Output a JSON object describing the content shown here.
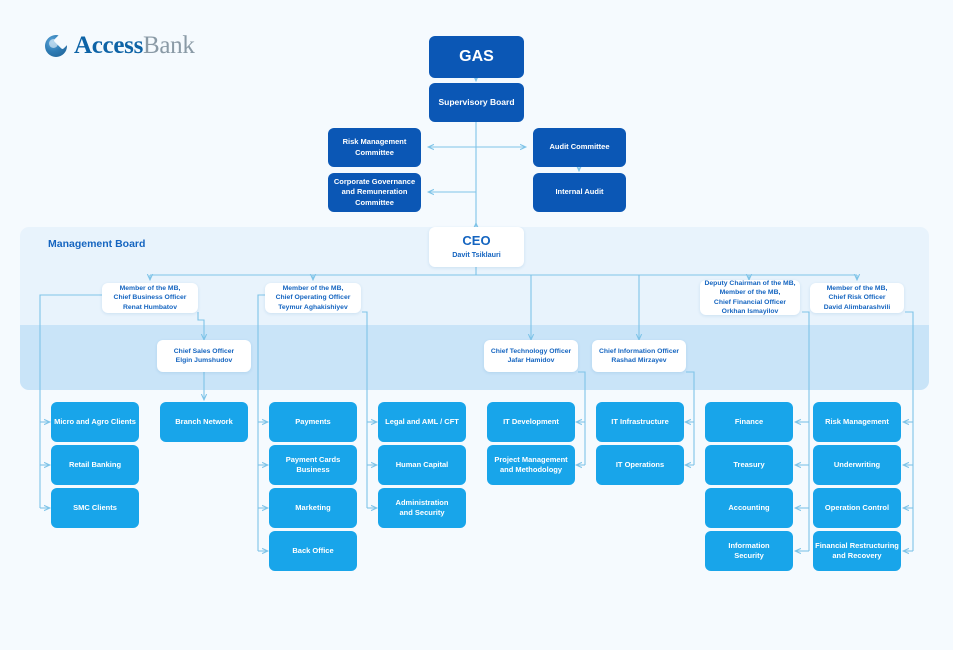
{
  "brand": {
    "name_primary": "Access",
    "name_secondary": "Bank",
    "logo_icon": "globe-swoosh-icon"
  },
  "governance": {
    "gas": {
      "label": "GAS"
    },
    "supervisory_board": {
      "label": "Supervisory Board"
    },
    "committees_left": [
      {
        "label": "Risk Management\nCommittee"
      },
      {
        "label": "Corporate Governance\nand Remuneration\nCommittee"
      }
    ],
    "committees_right": [
      {
        "label": "Audit Committee"
      },
      {
        "label": "Internal Audit"
      }
    ]
  },
  "management_board": {
    "panel_title": "Management Board",
    "ceo": {
      "title": "CEO",
      "name": "Davit Tsiklauri"
    },
    "officers": [
      {
        "id": "cbo",
        "lines": "Member of the MB,\nChief Business Officer\nRenat Humbatov"
      },
      {
        "id": "coo",
        "lines": "Member of the MB,\nChief Operating Officer\nTeymur Aghakishiyev"
      },
      {
        "id": "cfo",
        "lines": "Deputy Chairman of the MB,\nMember of the MB,\nChief Financial Officer\nOrkhan Ismayilov"
      },
      {
        "id": "cro",
        "lines": "Member of the MB,\nChief Risk Officer\nDavid Alimbarashvili"
      }
    ],
    "sub_officers": [
      {
        "id": "cso",
        "lines": "Chief Sales Officer\nElgin Jumshudov"
      },
      {
        "id": "cto",
        "lines": "Chief Technology Officer\nJafar Hamidov"
      },
      {
        "id": "cio",
        "lines": "Chief Information Officer\nRashad Mirzayev"
      }
    ]
  },
  "departments": {
    "col_cbo": [
      {
        "label": "Micro and Agro Clients"
      },
      {
        "label": "Retail Banking"
      },
      {
        "label": "SMC Clients"
      }
    ],
    "col_cso": [
      {
        "label": "Branch Network"
      }
    ],
    "col_coo_a": [
      {
        "label": "Payments"
      },
      {
        "label": "Payment Cards\nBusiness"
      },
      {
        "label": "Marketing"
      },
      {
        "label": "Back Office"
      }
    ],
    "col_coo_b": [
      {
        "label": "Legal and AML / CFT"
      },
      {
        "label": "Human Capital"
      },
      {
        "label": "Administration\nand Security"
      }
    ],
    "col_cto": [
      {
        "label": "IT Development"
      },
      {
        "label": "Project Management\nand Methodology"
      }
    ],
    "col_cio": [
      {
        "label": "IT Infrastructure"
      },
      {
        "label": "IT Operations"
      }
    ],
    "col_cfo": [
      {
        "label": "Finance"
      },
      {
        "label": "Treasury"
      },
      {
        "label": "Accounting"
      },
      {
        "label": "Information\nSecurity"
      }
    ],
    "col_cro": [
      {
        "label": "Risk Management"
      },
      {
        "label": "Underwriting"
      },
      {
        "label": "Operation Control"
      },
      {
        "label": "Financial Restructuring\nand Recovery"
      }
    ]
  },
  "colors": {
    "navy": "#0b57b5",
    "cyan": "#18a5ea",
    "panel_light": "#e8f3fc",
    "panel_dark": "#c9e4f8",
    "canvas": "#f5fafe",
    "connector": "#7fc4e8",
    "title_blue": "#1565c0"
  }
}
